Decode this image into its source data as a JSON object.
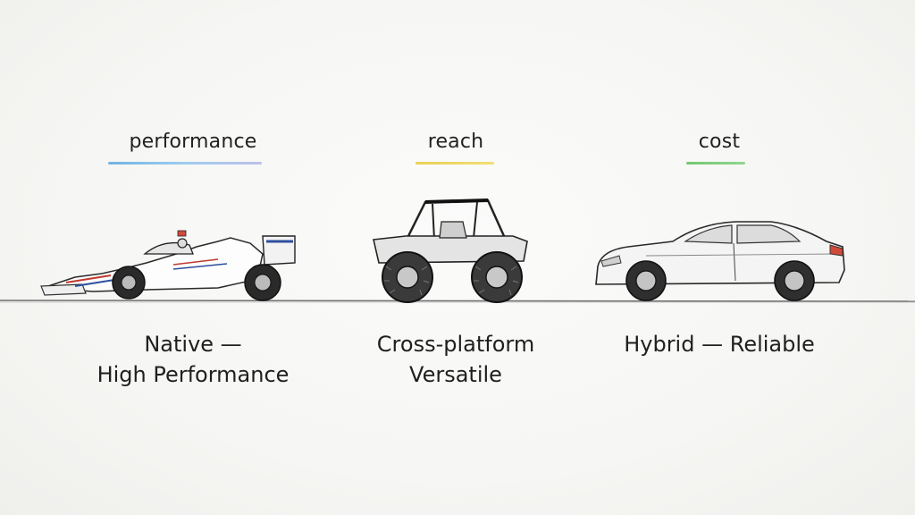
{
  "columns": [
    {
      "heading": "performance",
      "accent": "#5aa7e0",
      "caption_line1": "Native —",
      "caption_line2": "High Performance",
      "vehicle": "formula-race-car"
    },
    {
      "heading": "reach",
      "accent": "#e8c93a",
      "caption_line1": "Cross-platform",
      "caption_line2": "Versatile",
      "vehicle": "off-road-buggy"
    },
    {
      "heading": "cost",
      "accent": "#5cbf5a",
      "caption_line1": "Hybrid — Reliable",
      "caption_line2": "",
      "vehicle": "sedan-car"
    }
  ]
}
